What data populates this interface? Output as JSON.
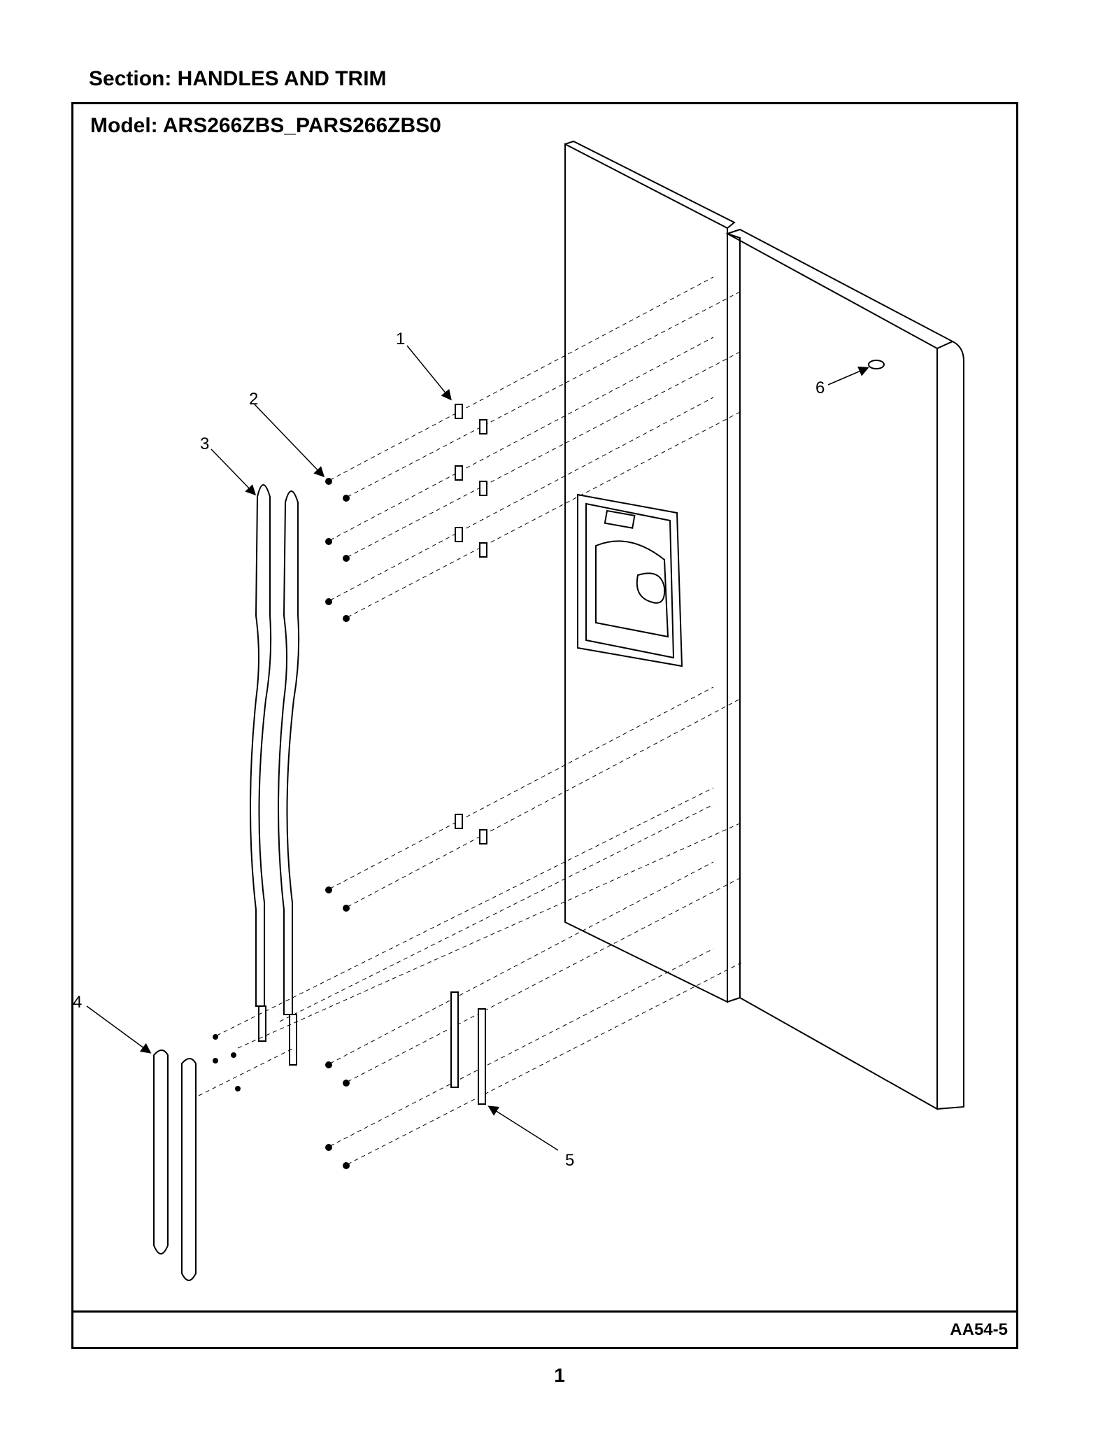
{
  "header": {
    "section_label": "Section:  HANDLES AND TRIM",
    "model_label": "Model:  ARS266ZBS_PARS266ZBS0"
  },
  "diagram": {
    "code": "AA54-5",
    "callouts": [
      "1",
      "2",
      "3",
      "4",
      "5",
      "6"
    ]
  },
  "footer": {
    "page_number": "1"
  }
}
